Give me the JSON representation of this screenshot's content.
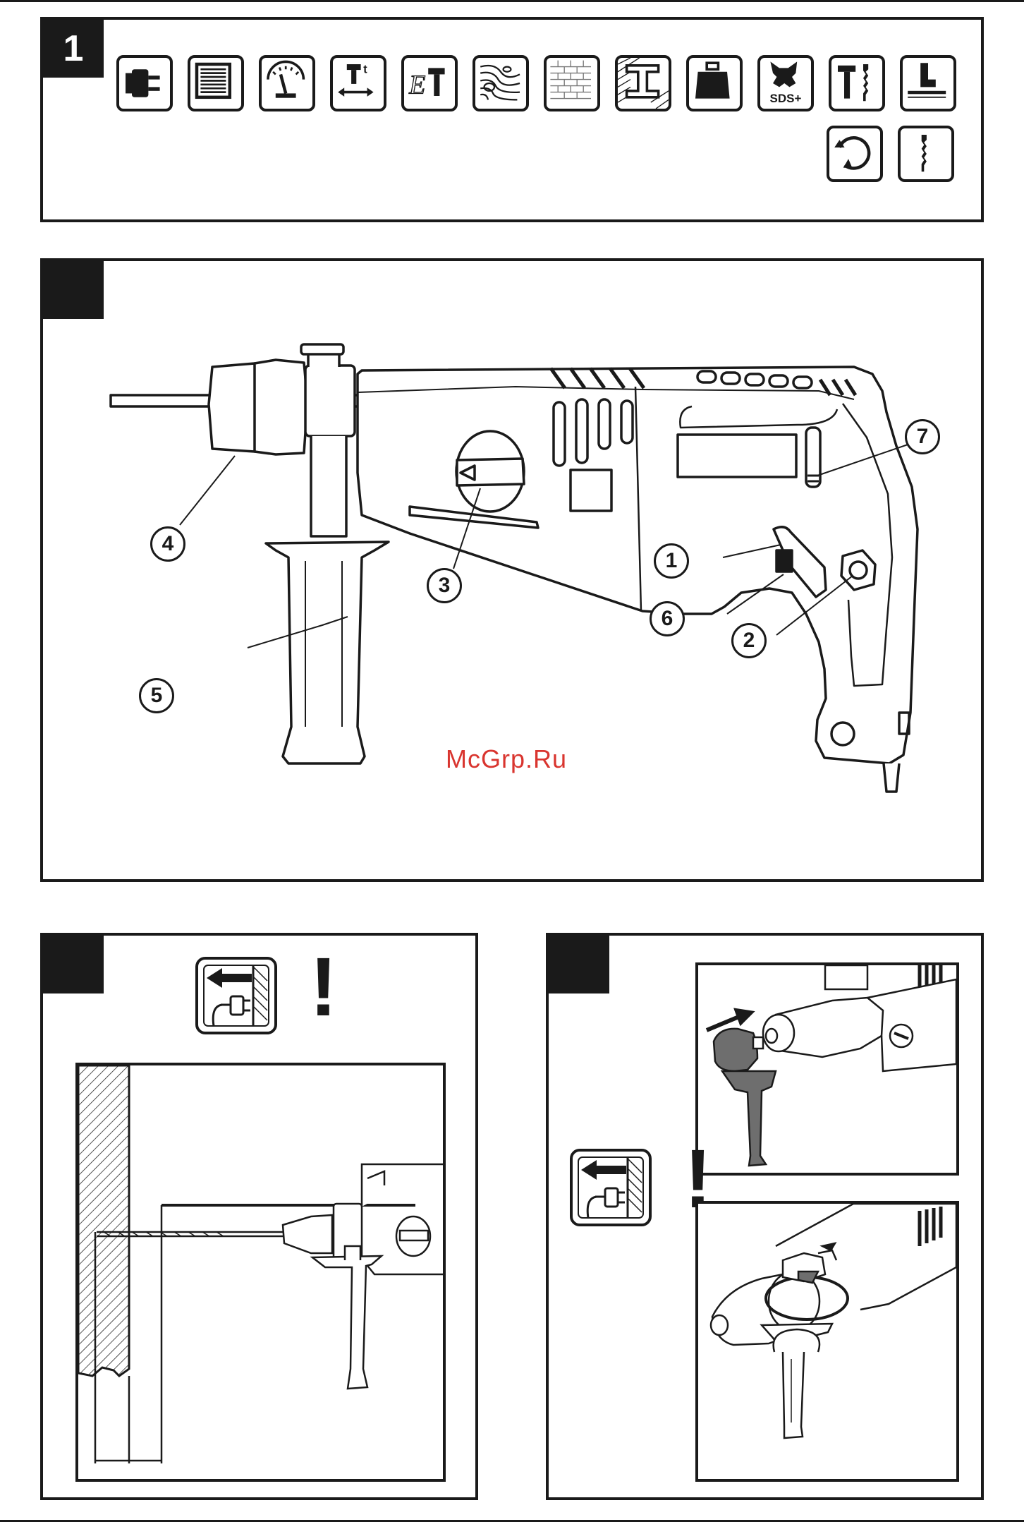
{
  "panels": {
    "symbols": {
      "number": "1"
    },
    "overview": {
      "number": ""
    },
    "drilling_depth": {
      "number": ""
    },
    "handle_fitting": {
      "number": ""
    }
  },
  "symbol_icons": [
    "plug-icon",
    "motor-coil-icon",
    "speed-gauge-icon",
    "impact-energy-icon",
    "hammer-energy-icon",
    "wood-icon",
    "masonry-icon",
    "steel-beam-icon",
    "weight-icon",
    "sds-plus-icon",
    "hammer-drill-icon",
    "depth-stop-icon",
    "rotation-icon",
    "drill-bit-icon"
  ],
  "sds_label": "SDS+",
  "callouts": [
    "1",
    "2",
    "3",
    "4",
    "5",
    "6",
    "7"
  ],
  "watermark": "McGrp.Ru",
  "warning_mark": "!",
  "colors": {
    "ink": "#1a1a1a",
    "watermark": "#d9352f",
    "grip_gray": "#6e6e6e"
  }
}
